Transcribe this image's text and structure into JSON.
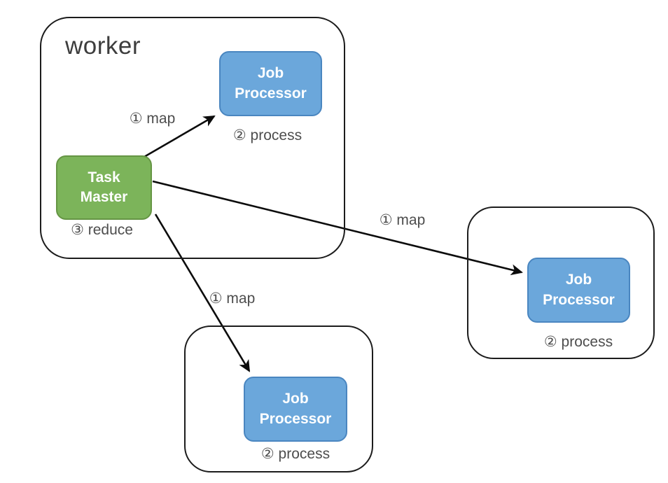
{
  "diagram": {
    "type": "architecture-diagram",
    "description": "Map-reduce style task distribution: a Task Master inside a worker node maps jobs to three Job Processors (one local, two remote), each of which processes, then results are reduced",
    "colors": {
      "node_green_fill": "#7cb45a",
      "node_green_border": "#659544",
      "node_blue_fill": "#6ba7db",
      "node_blue_border": "#4a86c0",
      "container_border": "#1c1c1c",
      "annotation_text": "#4d4d4d",
      "worker_title_text": "#3d3d3d",
      "node_text": "#ffffff",
      "background": "#ffffff"
    },
    "containers": {
      "worker": {
        "title": "worker"
      },
      "right": {
        "title": ""
      },
      "bottom": {
        "title": ""
      }
    },
    "nodes": {
      "task_master": {
        "label": "Task\nMaster",
        "color": "green",
        "container": "worker"
      },
      "job_processor_top": {
        "label": "Job\nProcessor",
        "color": "blue",
        "container": "worker"
      },
      "job_processor_right": {
        "label": "Job\nProcessor",
        "color": "blue",
        "container": "right"
      },
      "job_processor_bottom": {
        "label": "Job\nProcessor",
        "color": "blue",
        "container": "bottom"
      }
    },
    "annotations": {
      "map_top": "① map",
      "map_right": "① map",
      "map_bottom": "① map",
      "process_top": "② process",
      "process_right": "② process",
      "process_bottom": "② process",
      "reduce": "③ reduce"
    },
    "edges": [
      {
        "from": "task_master",
        "to": "job_processor_top",
        "label": "① map"
      },
      {
        "from": "task_master",
        "to": "job_processor_right",
        "label": "① map"
      },
      {
        "from": "task_master",
        "to": "job_processor_bottom",
        "label": "① map"
      }
    ]
  }
}
